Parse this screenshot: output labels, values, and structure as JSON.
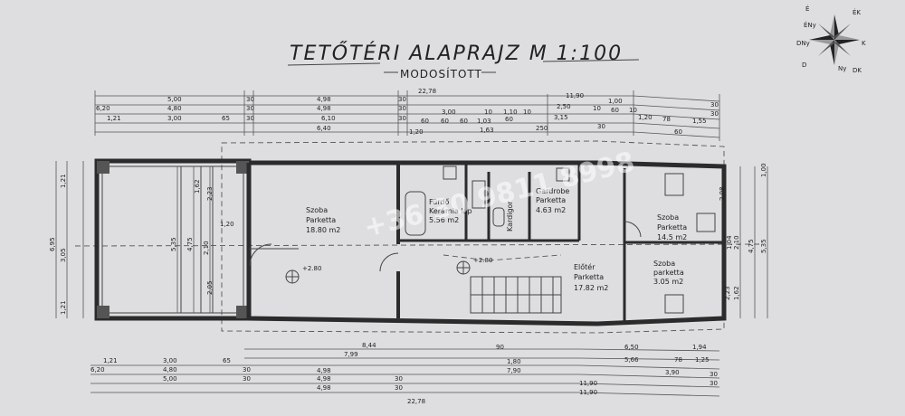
{
  "title": "TETŐTÉRI ALAPRAJZ  M  1:100",
  "subtitle": "MODOSÍTOTT",
  "watermark": "+36 30 9811 8998",
  "rooms": {
    "szoba1": {
      "name": "Szoba",
      "floor": "Parketta",
      "area": "18.80 m2"
    },
    "furdo": {
      "name": "Fürdő",
      "floor": "Kerámia lap",
      "area": "5.56 m2"
    },
    "kardigor": {
      "name": "Kardigor",
      "floor": "",
      "area": ""
    },
    "gardrob": {
      "name": "Gardrobe",
      "floor": "Parketta",
      "area": "4.63 m2"
    },
    "szoba2": {
      "name": "Szoba",
      "floor": "Parketta",
      "area": "14.5 m2"
    },
    "eloter": {
      "name": "Előtér",
      "floor": "Parketta",
      "area": "17.82 m2"
    },
    "szoba3": {
      "name": "Szoba",
      "floor": "parketta",
      "area": "3.05 m2"
    }
  },
  "levels": {
    "left": "+2.80",
    "mid": "+2.80"
  },
  "dims_top": {
    "row1": [
      "5,00",
      "30",
      "4,98",
      "30",
      "22,78",
      "11,90",
      "1,00",
      "30"
    ],
    "row2": [
      "6,20",
      "4,80",
      "30",
      "4,98",
      "30",
      "3,00",
      "10",
      "1,10",
      "10",
      "2,50",
      "10",
      "60",
      "10",
      "30"
    ],
    "row3": [
      "1,21",
      "3,00",
      "65",
      "30",
      "6,10",
      "30",
      "60",
      "60",
      "60",
      "1,03",
      "60",
      "3,15",
      "1,20",
      "78",
      "1,55"
    ],
    "row4": [
      "6,40",
      "1,20",
      "1,63",
      "250",
      "60",
      "30"
    ]
  },
  "dims_bottom": {
    "row1": [
      "8,44",
      "6,50",
      "1,94"
    ],
    "row2": [
      "7,99",
      "90",
      "1,80",
      "5,66",
      "78",
      "1,25"
    ],
    "row3": [
      "1,21",
      "3,00",
      "65",
      "4,98",
      "7,90",
      "3,90",
      "30"
    ],
    "row4": [
      "6,20",
      "4,80",
      "30",
      "4,98",
      "30",
      "11,90",
      "30"
    ],
    "row5": [
      "5,00",
      "30",
      "4,98",
      "30",
      "22,78",
      "11,90"
    ]
  },
  "dims_left": [
    "1,21",
    "3,05",
    "6,95",
    "4,75",
    "5,35",
    "2,10",
    "1,62",
    "2,23",
    "1,20",
    "2,05",
    "1,21"
  ],
  "dims_right": [
    "1,00",
    "2,08",
    "4,75",
    "5,35",
    "2,10",
    "1,04",
    "1,62",
    "2,23"
  ],
  "compass": {
    "letters": [
      "É",
      "ÉK",
      "K",
      "DK",
      "D",
      "DNy",
      "Ny",
      "ÉNy"
    ]
  }
}
